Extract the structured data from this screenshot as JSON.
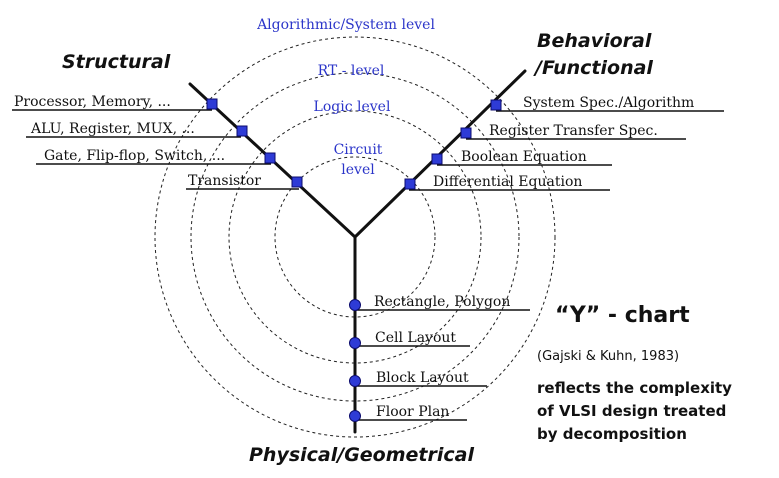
{
  "axes": {
    "structural": "Structural",
    "behavioral_line1": "Behavioral",
    "behavioral_line2": "/Functional",
    "physical": "Physical/Geometrical"
  },
  "levels": {
    "algorithmic": "Algorithmic/System level",
    "rt": "RT - level",
    "logic": "Logic level",
    "circuit_line1": "Circuit",
    "circuit_line2": "level"
  },
  "structural_items": [
    "Processor, Memory, ...",
    "ALU, Register, MUX, ...",
    "Gate, Flip-flop, Switch, ...",
    "Transistor"
  ],
  "behavioral_items": [
    "System Spec./Algorithm",
    "Register Transfer Spec.",
    "Boolean Equation",
    "Differential Equation"
  ],
  "physical_items": [
    "Rectangle, Polygon",
    "Cell Layout",
    "Block Layout",
    "Floor Plan"
  ],
  "title": "“Y” - chart",
  "citation": "(Gajski & Kuhn, 1983)",
  "description": [
    "reflects the complexity",
    "of VLSI design treated",
    "by decomposition"
  ],
  "colors": {
    "node": "#2e3bd6",
    "level_text": "#2b35c9",
    "line": "#111111"
  }
}
